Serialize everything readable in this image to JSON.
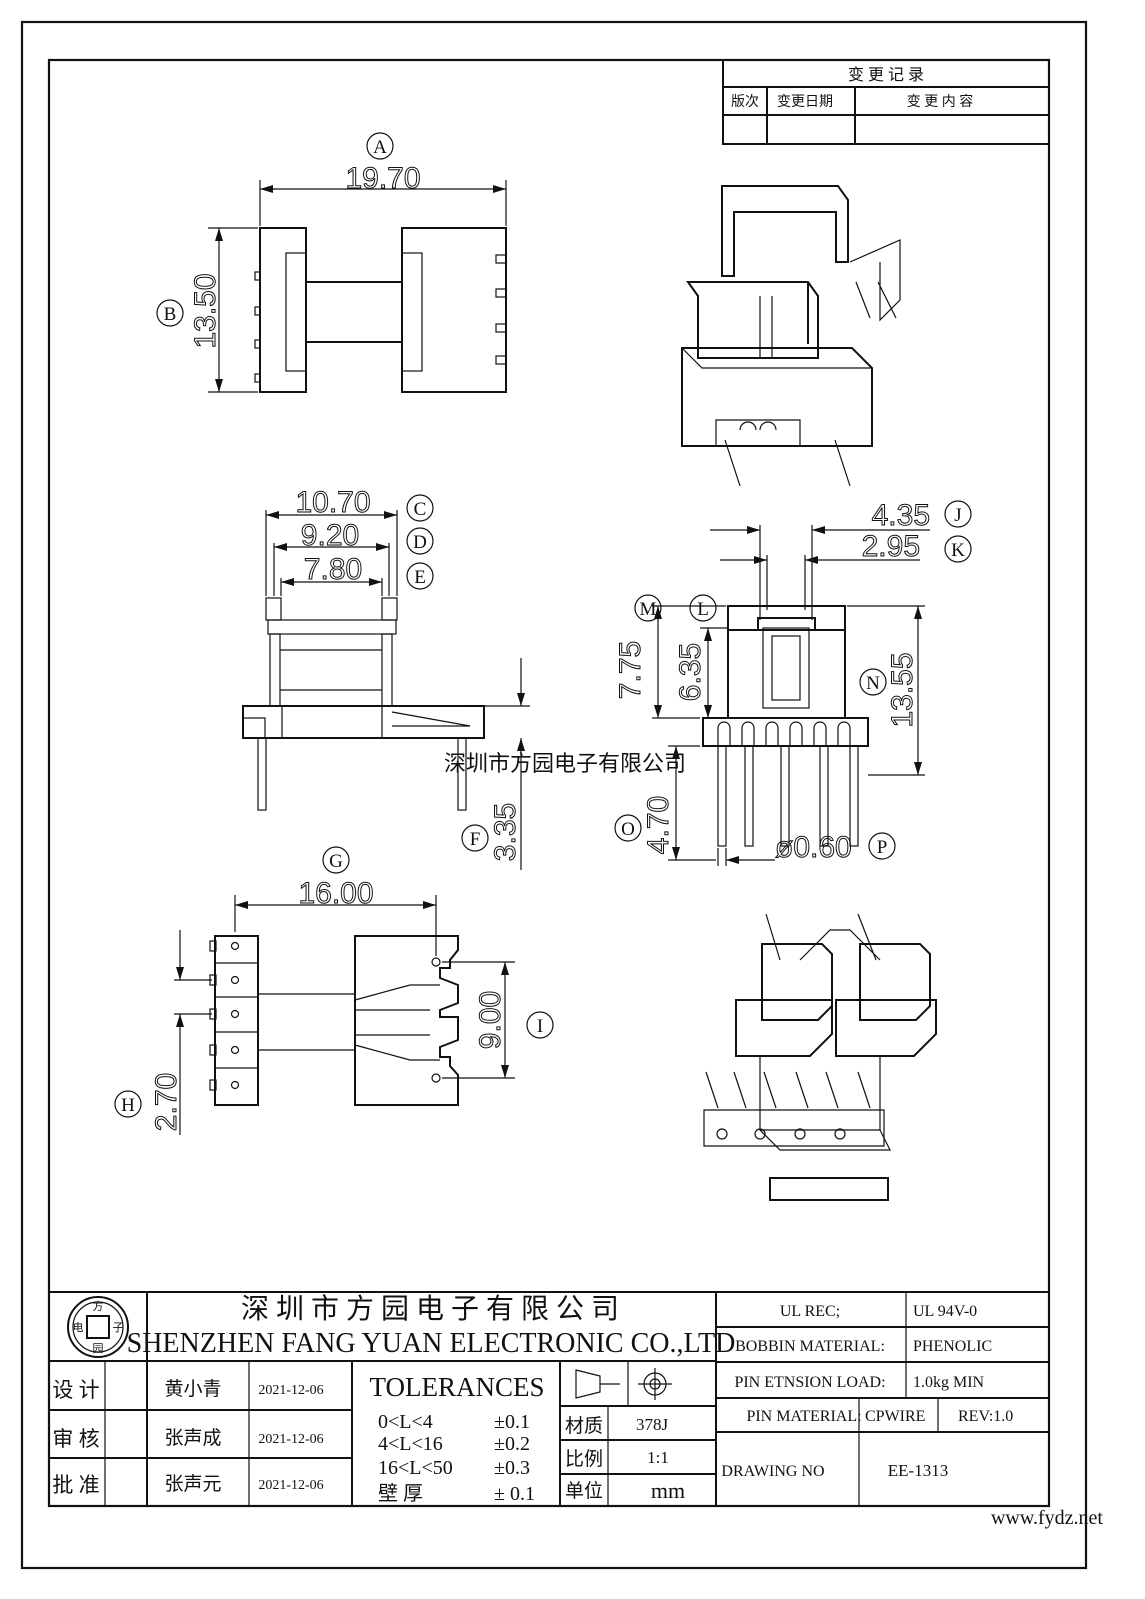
{
  "change_record": {
    "title": "变 更 记 录",
    "col_version": "版次",
    "col_date": "变更日期",
    "col_content": "变 更 内 容"
  },
  "dimensions": [
    {
      "label": "A",
      "value": "19.70"
    },
    {
      "label": "B",
      "value": "13.50"
    },
    {
      "label": "C",
      "value": "10.70"
    },
    {
      "label": "D",
      "value": "9.20"
    },
    {
      "label": "E",
      "value": "7.80"
    },
    {
      "label": "F",
      "value": "3.35"
    },
    {
      "label": "G",
      "value": "16.00"
    },
    {
      "label": "H",
      "value": "2.70"
    },
    {
      "label": "I",
      "value": "9.00"
    },
    {
      "label": "J",
      "value": "4.35"
    },
    {
      "label": "K",
      "value": "2.95"
    },
    {
      "label": "L",
      "value": "6.35"
    },
    {
      "label": "M",
      "value": "7.75"
    },
    {
      "label": "N",
      "value": "13.55"
    },
    {
      "label": "O",
      "value": "4.70"
    },
    {
      "label": "P",
      "value": "ø0.60"
    }
  ],
  "watermark_center": "深圳市方园电子有限公司",
  "watermark_corner": "www.fydz.net",
  "title_block": {
    "logo_chars": [
      "方",
      "电",
      "子",
      "园"
    ],
    "company_cn": "深 圳 市 方 园 电 子 有 限 公 司",
    "company_en": "SHENZHEN FANG YUAN ELECTRONIC CO.,LTD",
    "signatures": [
      {
        "role": "设 计",
        "name": "黄小青",
        "date": "2021-12-06"
      },
      {
        "role": "审 核",
        "name": "张声成",
        "date": "2021-12-06"
      },
      {
        "role": "批 准",
        "name": "张声元",
        "date": "2021-12-06"
      }
    ],
    "tolerances_title": "TOLERANCES",
    "tolerances": [
      {
        "range": "0<L<4",
        "value": "±0.1"
      },
      {
        "range": "4<L<16",
        "value": "±0.2"
      },
      {
        "range": "16<L<50",
        "value": "±0.3"
      },
      {
        "range": "壁 厚",
        "value": "± 0.1"
      }
    ],
    "material_label": "材质",
    "material_value": "378J",
    "scale_label": "比例",
    "scale_value": "1:1",
    "unit_label": "单位",
    "unit_value": "mm",
    "specs": [
      {
        "label": "UL REC;",
        "value": "UL 94V-0"
      },
      {
        "label": "BOBBIN MATERIAL:",
        "value": "PHENOLIC"
      },
      {
        "label": "PIN ETNSION LOAD:",
        "value": "1.0kg MIN"
      }
    ],
    "pin_material_label": "PIN MATERIAL:",
    "pin_material_value": "CPWIRE",
    "rev": "REV:1.0",
    "drawing_no_label": "DRAWING NO",
    "drawing_no_value": "EE-1313"
  }
}
